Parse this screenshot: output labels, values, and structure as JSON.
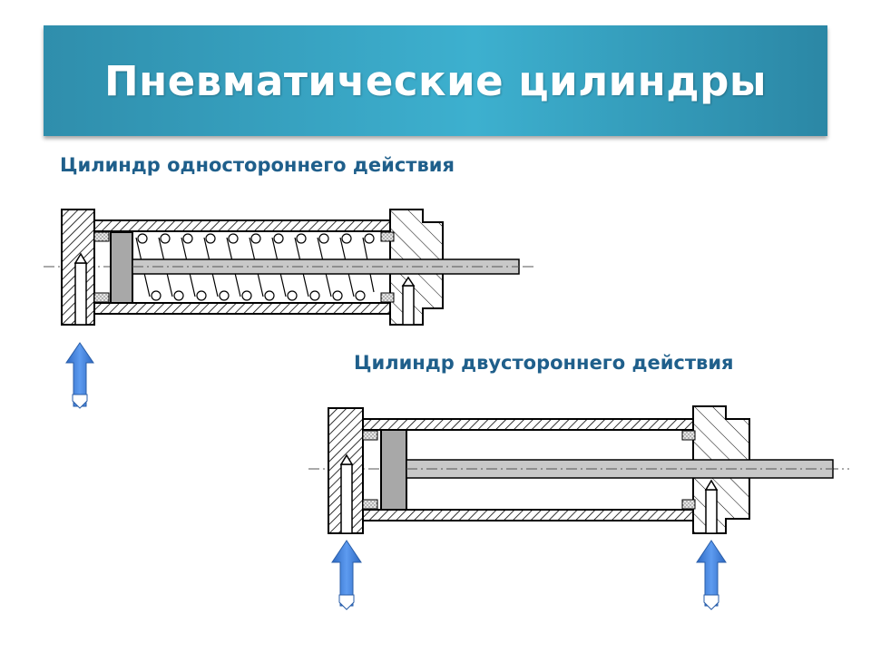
{
  "title": "Пневматические цилиндры",
  "diagrams": [
    {
      "label": "Цилиндр одностороннего действия",
      "type": "single-acting",
      "icon": "single-acting-cylinder-icon"
    },
    {
      "label": "Цилиндр двустороннего действия",
      "type": "double-acting",
      "icon": "double-acting-cylinder-icon"
    }
  ],
  "colors": {
    "banner": "#3aa9c8",
    "subtitle": "#1f5f8b",
    "arrow": "#3a7bd5",
    "rod": "#c8c8c8",
    "piston": "#a8a8a8"
  }
}
